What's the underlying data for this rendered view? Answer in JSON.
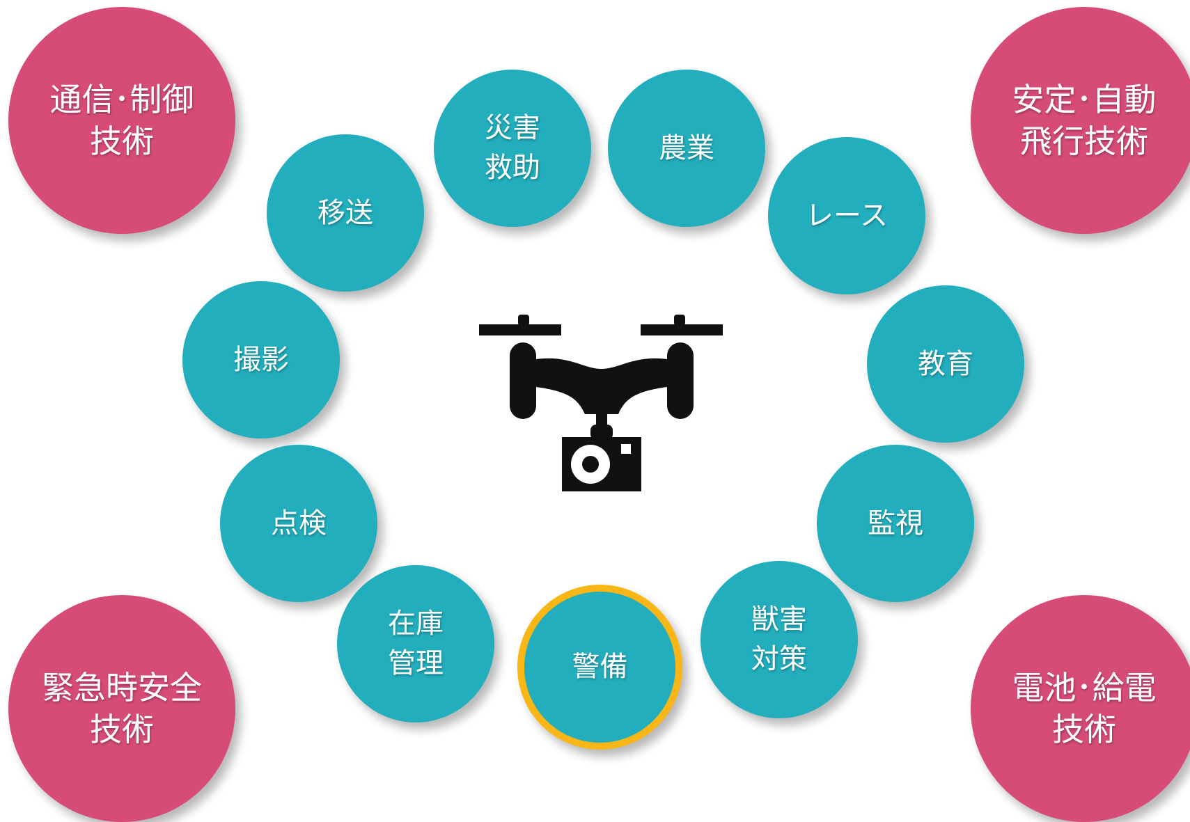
{
  "categories": [
    {
      "id": "technology",
      "color": "#d64c77"
    },
    {
      "id": "application",
      "color": "#22aebd"
    },
    {
      "id": "highlight",
      "color": "#f9b617"
    }
  ],
  "tech": {
    "comm": {
      "line1": "通信･制御",
      "line2": "技術"
    },
    "flight": {
      "line1": "安定･自動",
      "line2": "飛行技術"
    },
    "safety": {
      "line1": "緊急時安全",
      "line2": "技術"
    },
    "battery": {
      "line1": "電池･給電",
      "line2": "技術"
    }
  },
  "apps": {
    "disaster": {
      "line1": "災害",
      "line2": "救助"
    },
    "agriculture": {
      "line1": "農業"
    },
    "race": {
      "line1": "レース"
    },
    "transport": {
      "line1": "移送"
    },
    "photo": {
      "line1": "撮影"
    },
    "education": {
      "line1": "教育"
    },
    "inspection": {
      "line1": "点検"
    },
    "monitoring": {
      "line1": "監視"
    },
    "inventory": {
      "line1": "在庫",
      "line2": "管理"
    },
    "security": {
      "line1": "警備"
    },
    "wildlife": {
      "line1": "獣害",
      "line2": "対策"
    }
  },
  "center_icon": "drone-with-camera-icon"
}
